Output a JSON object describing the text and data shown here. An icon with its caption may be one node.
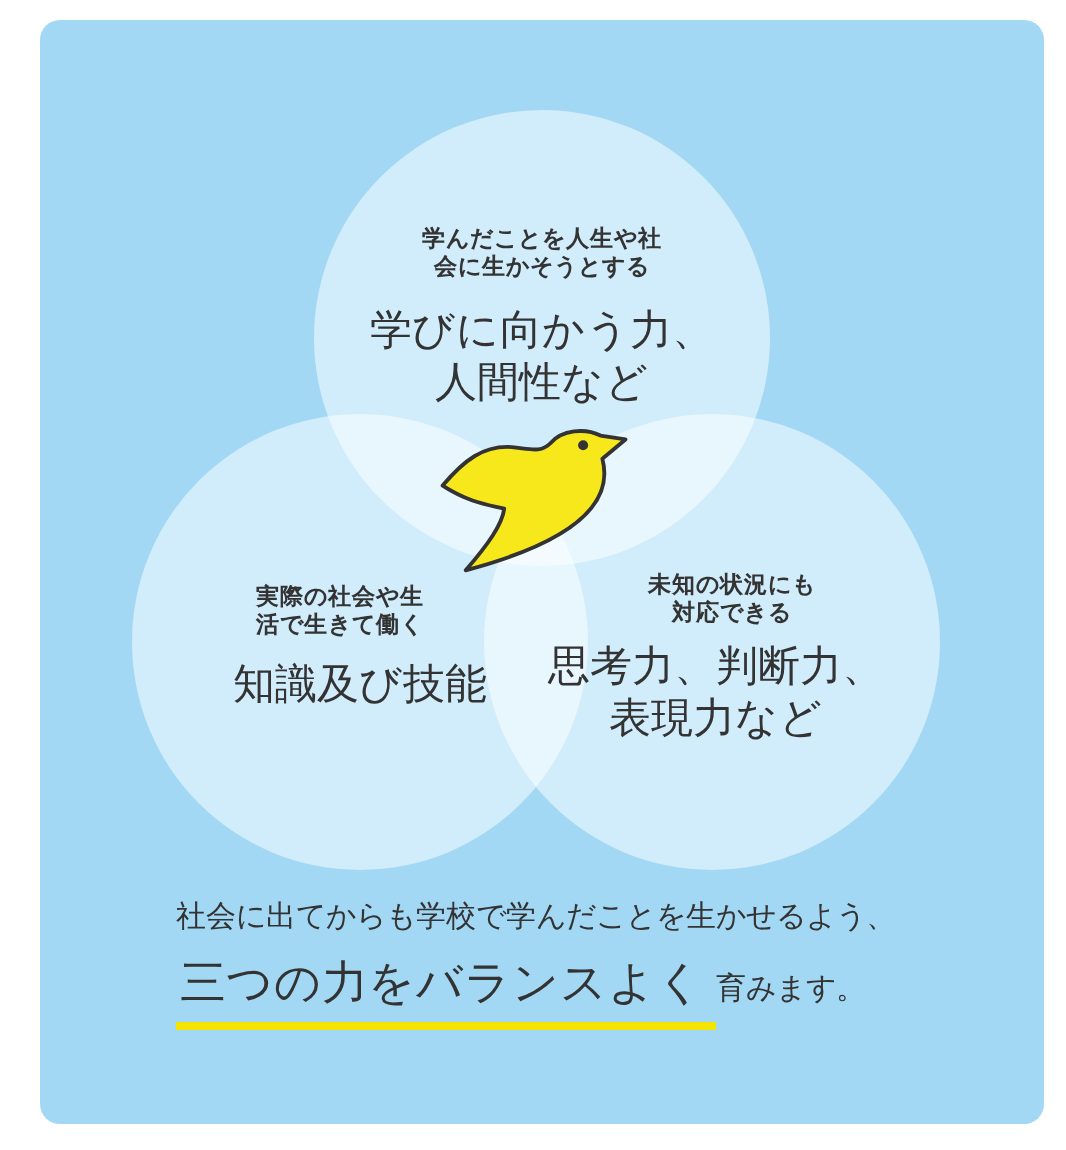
{
  "diagram": {
    "nodes": [
      {
        "text": [
          "学んだことを人生や社会に生かそうとする",
          "学びに向かう力、人間性など"
        ]
      },
      {
        "text": [
          "実際の社会や生活で生きて働く",
          "知識及び技能"
        ]
      },
      {
        "text": [
          "未知の状況にも対応できる",
          "思考力、判断力、表現力など"
        ]
      }
    ],
    "caption": "社会に出てからも学校で学んだことを生かせるよう、**三つの力をバランスよく**育みます。"
  }
}
